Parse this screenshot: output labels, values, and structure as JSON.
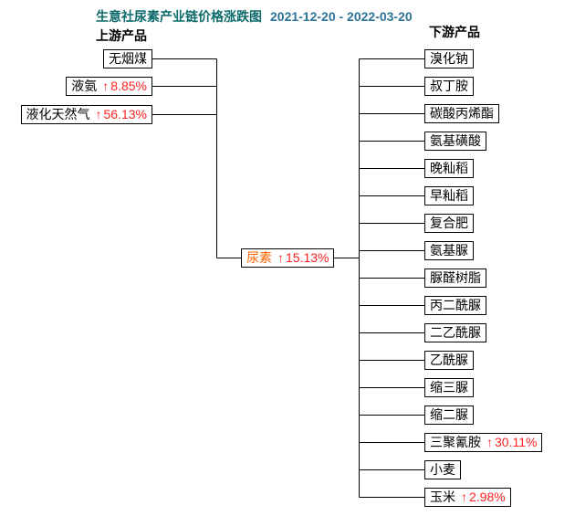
{
  "title": {
    "text": "生意社尿素产业链价格涨跌图",
    "date_range": "2021-12-20 - 2022-03-20"
  },
  "headers": {
    "upstream": "上游产品",
    "downstream": "下游产品"
  },
  "glyphs": {
    "up_arrow": "↑"
  },
  "center_node": {
    "label": "尿素",
    "percent": "15.13%"
  },
  "upstream_nodes": [
    {
      "label": "无烟煤"
    },
    {
      "label": "液氨",
      "percent": "8.85%"
    },
    {
      "label": "液化天然气",
      "percent": "56.13%"
    }
  ],
  "downstream_nodes": [
    {
      "label": "溴化钠"
    },
    {
      "label": "叔丁胺"
    },
    {
      "label": "碳酸丙烯酯"
    },
    {
      "label": "氨基磺酸"
    },
    {
      "label": "晚籼稻"
    },
    {
      "label": "早籼稻"
    },
    {
      "label": "复合肥"
    },
    {
      "label": "氨基脲"
    },
    {
      "label": "脲醛树脂"
    },
    {
      "label": "丙二酰脲"
    },
    {
      "label": "二乙酰脲"
    },
    {
      "label": "乙酰脲"
    },
    {
      "label": "缩三脲"
    },
    {
      "label": "缩二脲"
    },
    {
      "label": "三聚氰胺",
      "percent": "30.11%"
    },
    {
      "label": "小麦"
    },
    {
      "label": "玉米",
      "percent": "2.98%"
    }
  ],
  "colors": {
    "title_text": "#0d6a6a",
    "title_date": "#2d7398",
    "header_text": "#000000",
    "node_text": "#000000",
    "node_border": "#000000",
    "node_bg": "#ffffff",
    "up_change": "#ff2222",
    "center_label": "#ff6600",
    "connector": "#000000",
    "background": "#ffffff"
  }
}
